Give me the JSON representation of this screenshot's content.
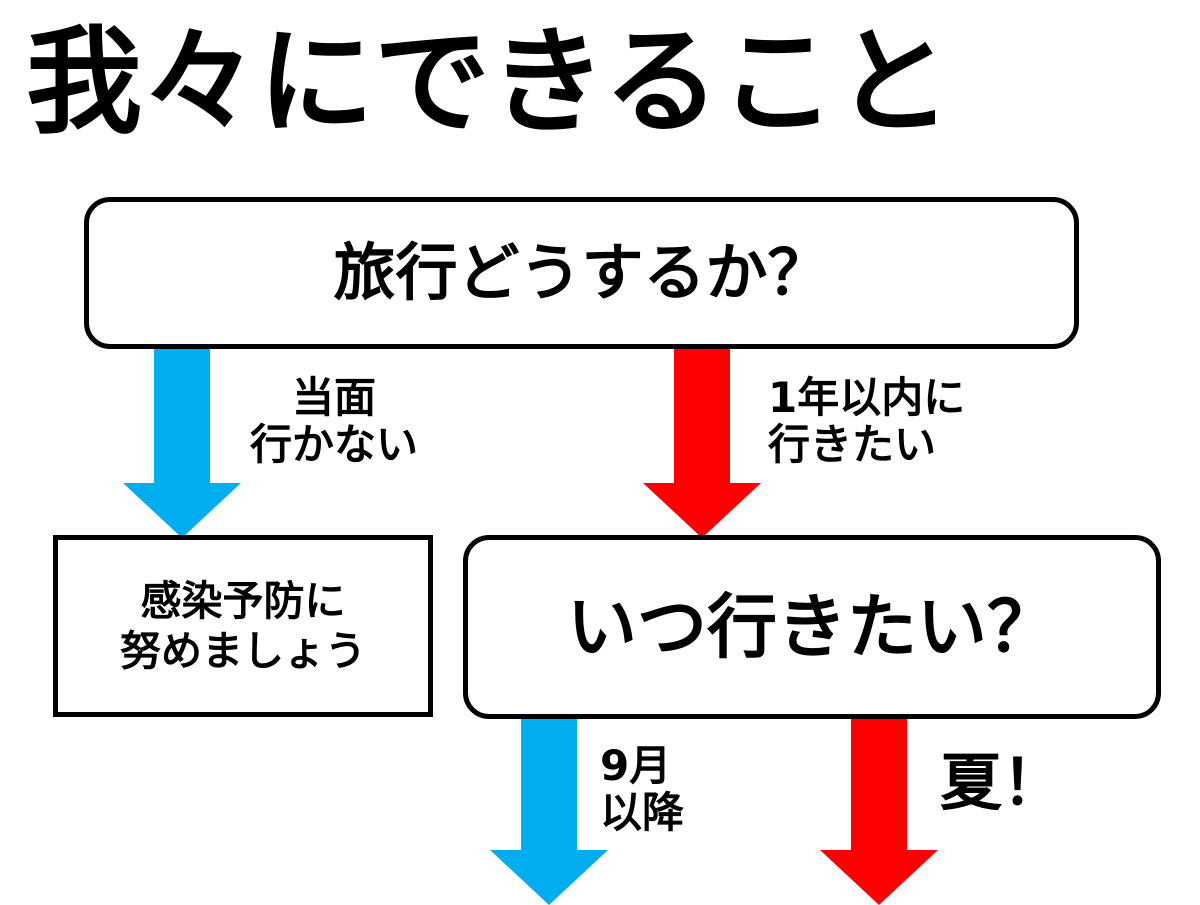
{
  "slide": {
    "title": "我々にできること",
    "background_color": "#FFFFFF",
    "text_color": "#000000"
  },
  "colors": {
    "blue_arrow": "#00AEEF",
    "red_arrow": "#FF0000",
    "box_border": "#000000",
    "box_fill": "#FFFFFF"
  },
  "flowchart": {
    "nodes": [
      {
        "id": "travel-question",
        "text": "旅行どうするか？",
        "shape": "rounded-rectangle"
      },
      {
        "id": "prevent-infection",
        "text": "感染予防に\n努めましょう",
        "shape": "rectangle"
      },
      {
        "id": "when-question",
        "text": "いつ行きたい？",
        "shape": "rounded-rectangle"
      }
    ],
    "edges": [
      {
        "id": "no-travel",
        "label": "当面\n行かない",
        "color": "#00AEEF",
        "direction": "down"
      },
      {
        "id": "within-year",
        "label": "1年以内に\n行きたい",
        "color": "#FF0000",
        "direction": "down"
      },
      {
        "id": "september-onward",
        "label": "9月\n以降",
        "color": "#00AEEF",
        "direction": "down"
      },
      {
        "id": "summer",
        "label": "夏！",
        "color": "#FF0000",
        "direction": "down"
      }
    ]
  }
}
